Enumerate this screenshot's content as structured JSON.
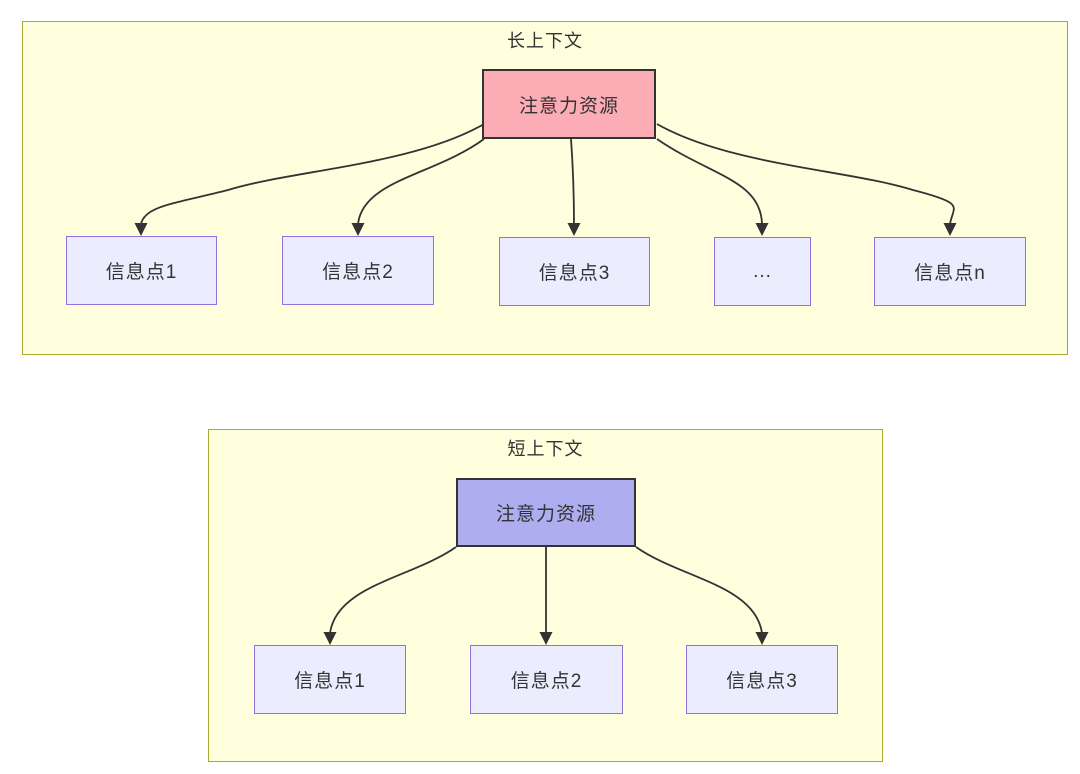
{
  "colors": {
    "cluster_fill": "#ffffde",
    "cluster_border": "#aaaa33",
    "node_fill": "#ececff",
    "node_border": "#9370db",
    "attention_border": "#333333",
    "long_attention_fill": "#fbacb5",
    "short_attention_fill": "#adadef",
    "edge_color": "#333333",
    "text_color": "#333333"
  },
  "long_context": {
    "title": "长上下文",
    "attention_label": "注意力资源",
    "info_points": [
      "信息点1",
      "信息点2",
      "信息点3",
      "...",
      "信息点n"
    ]
  },
  "short_context": {
    "title": "短上下文",
    "attention_label": "注意力资源",
    "info_points": [
      "信息点1",
      "信息点2",
      "信息点3"
    ]
  }
}
